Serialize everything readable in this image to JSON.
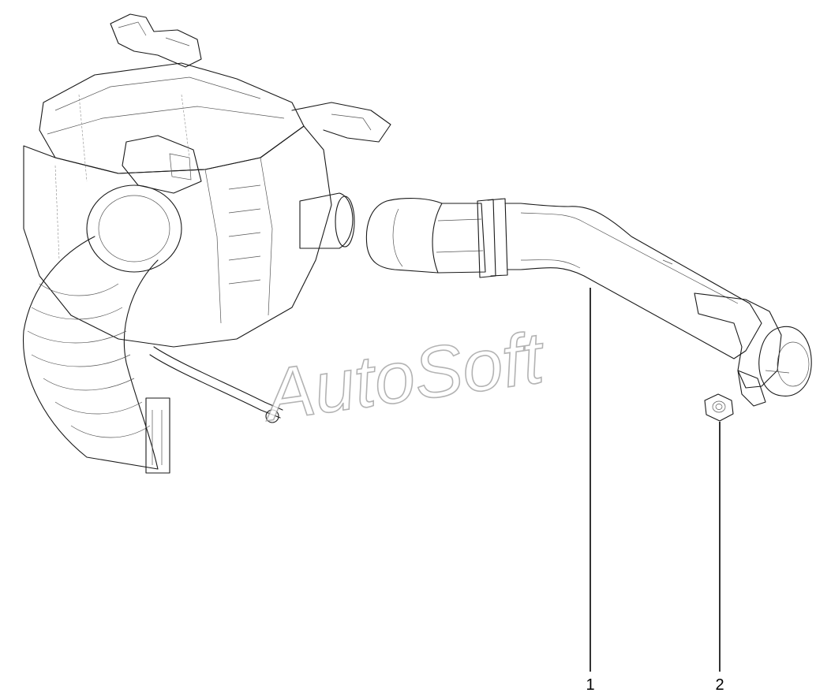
{
  "watermark": "AutoSoft",
  "callouts": [
    {
      "label": "1"
    },
    {
      "label": "2"
    }
  ]
}
